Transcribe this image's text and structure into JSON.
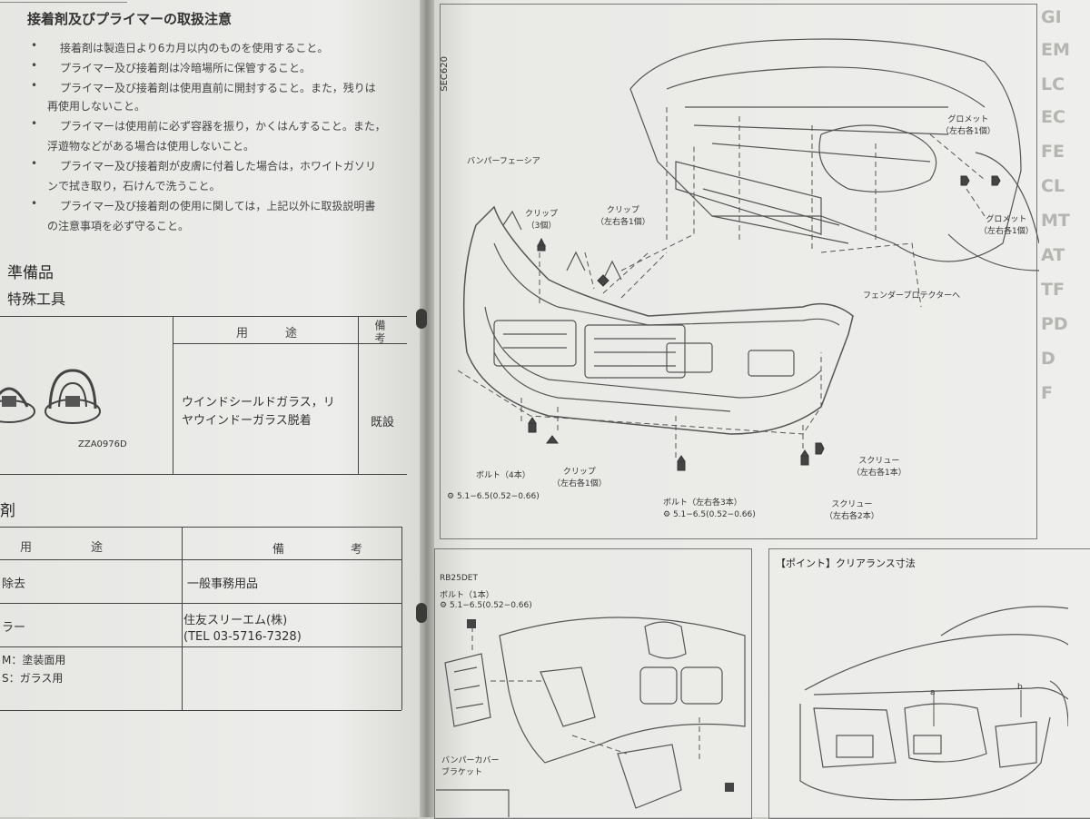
{
  "left_page": {
    "heading": "接着剤及びプライマーの取扱注意",
    "bullets": [
      "接着剤は製造日より6カ月以内のものを使用すること。",
      "プライマー及び接着剤は冷暗場所に保管すること。",
      "プライマー及び接着剤は使用直前に開封すること。また，残りは",
      "再使用しないこと。",
      "プライマーは使用前に必ず容器を振り，かくはんすること。また，",
      "浮遊物などがある場合は使用しないこと。",
      "プライマー及び接着剤が皮膚に付着した場合は，ホワイトガソリ",
      "ンで拭き取り，石けんで洗うこと。",
      "プライマー及び接着剤の使用に関しては，上記以外に取扱説明書",
      "の注意事項を必ず守ること。"
    ],
    "section_title": "準備品",
    "subsection_title": "特殊工具",
    "tools_table": {
      "col_use": "用　途",
      "col_note": "備考",
      "tool_code": "ZZA0976D",
      "use_line1": "ウインドシールドガラス，リ",
      "use_line2": "ヤウインドーガラス脱着",
      "note": "既設"
    },
    "materials_title": "剤",
    "materials_table": {
      "col_use": "用　途",
      "col_note": "備　考",
      "row1_use": "除去",
      "row1_note": "一般事務用品",
      "row2_use": "ラー",
      "row2_note_line1": "住友スリーエム(株)",
      "row2_note_line2": "(TEL 03-5716-7328)",
      "row3_use_line1": "M：塗装面用",
      "row3_use_line2": "S：ガラス用"
    }
  },
  "right_page": {
    "diagram_code": "SEC620",
    "labels": {
      "bumper_fascia": "バンパーフェーシア",
      "clip_3": "クリップ\n（3個）",
      "clip_lr1_top": "クリップ\n（左右各1個）",
      "grommet_top": "グロメット\n（左右各1個）",
      "grommet_right": "グロメット\n（左右各1個）",
      "fender_protector": "フェンダープロテクターへ",
      "bolt_4": "ボルト（4本）",
      "torque_1": "5.1−6.5(0.52−0.66)",
      "clip_lr1_bottom": "クリップ\n（左右各1個）",
      "bolt_lr3": "ボルト（左右各3本）",
      "torque_2": "5.1−6.5(0.52−0.66)",
      "screw_lr1": "スクリュー\n（左右各1本）",
      "screw_lr2": "スクリュー\n（左右各2本）"
    },
    "sub_left": {
      "engine_code": "RB25DET",
      "bolt_1": "ボルト（1本）",
      "torque": "5.1−6.5(0.52−0.66)",
      "bracket": "バンパーカバー\nブラケット"
    },
    "sub_right": {
      "title": "【ポイント】クリアランス寸法",
      "mark_a": "a",
      "mark_b": "b"
    },
    "tabs": [
      "GI",
      "EM",
      "LC",
      "EC",
      "FE",
      "CL",
      "MT",
      "AT",
      "TF",
      "PD",
      "D",
      "F"
    ]
  }
}
